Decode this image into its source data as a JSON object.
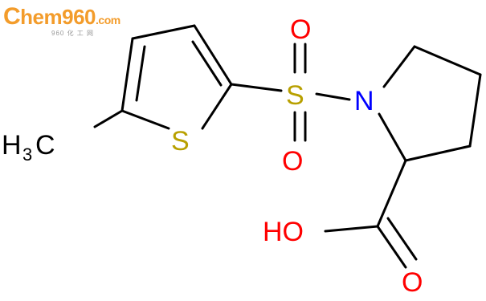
{
  "watermark": {
    "brand_initial": "C",
    "brand_rest": "hem960",
    "brand_tld": ".com",
    "subtitle": "960 化 工 网",
    "color": "#f39c2b"
  },
  "molecule": {
    "atom_labels": {
      "methyl_h": "H",
      "methyl_sub": "3",
      "methyl_c": "C",
      "thiophene_s": "S",
      "sulfonyl_s": "S",
      "sulfonyl_o_top": "O",
      "sulfonyl_o_bottom": "O",
      "ring_n": "N",
      "acid_oh": "HO",
      "acid_o": "O"
    },
    "colors": {
      "bond": "#000000",
      "sulfur": "#b8a000",
      "oxygen": "#ff0000",
      "nitrogen": "#0000ff",
      "carbon_label": "#000000"
    }
  }
}
